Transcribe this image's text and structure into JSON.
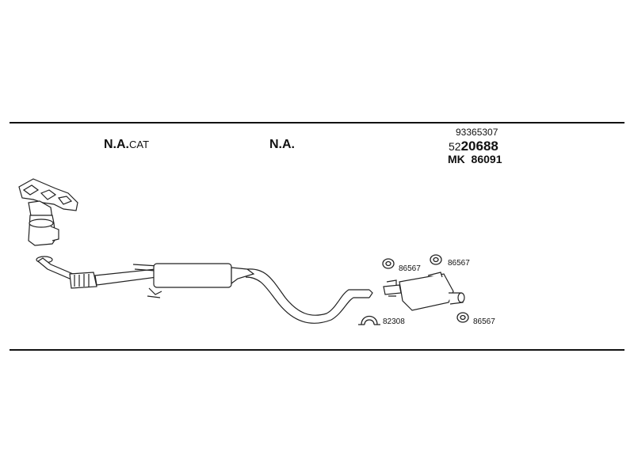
{
  "labels": {
    "section1_prefix": "N.A.",
    "section1_suffix": "CAT",
    "section2": "N.A.",
    "part_top": "93365307",
    "part_main_prefix": "52",
    "part_main_suffix": "20688",
    "part_kit": "MK  86091"
  },
  "hardware": {
    "hanger_a": "86567",
    "hanger_b": "86567",
    "hanger_c": "86567",
    "clamp": "82308"
  }
}
